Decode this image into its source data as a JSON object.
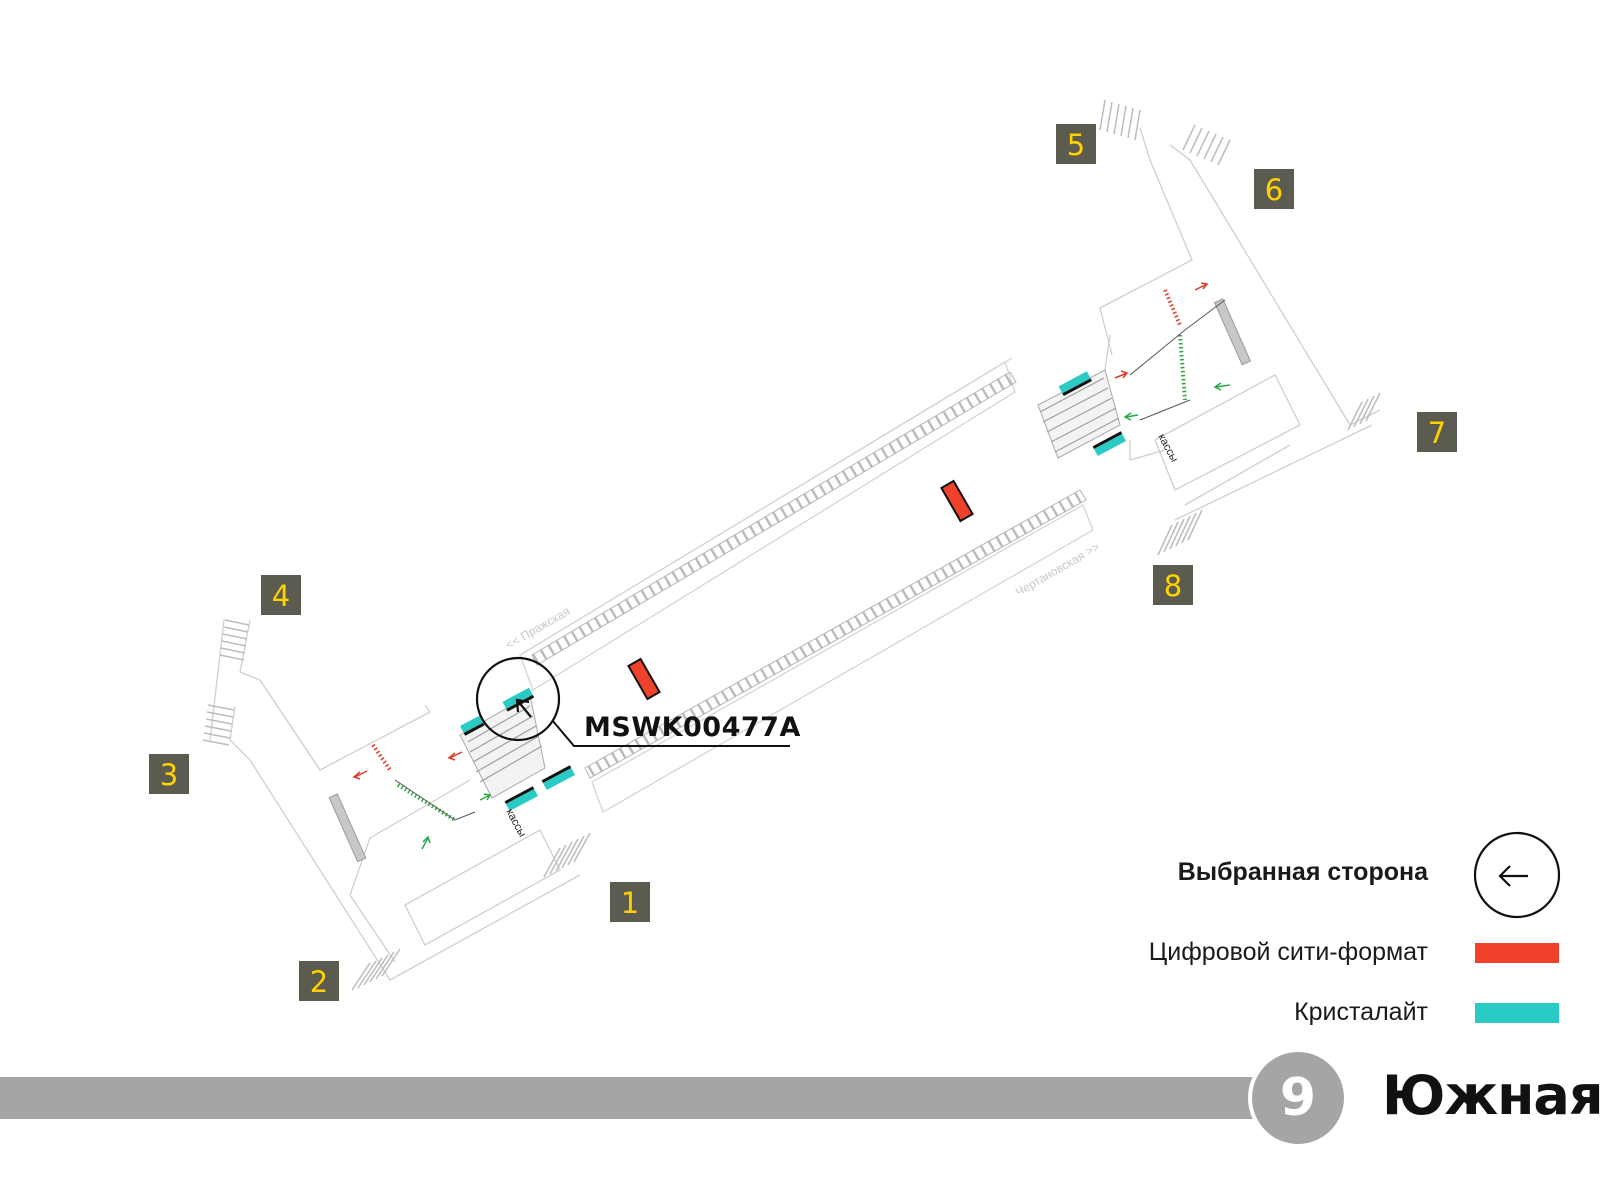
{
  "station": {
    "name": "Южная",
    "line_number": "9",
    "line_color": "#a5a5a5"
  },
  "code_label": "MSWK00477A",
  "exits": [
    {
      "number": "1"
    },
    {
      "number": "2"
    },
    {
      "number": "3"
    },
    {
      "number": "4"
    },
    {
      "number": "5"
    },
    {
      "number": "6"
    },
    {
      "number": "7"
    },
    {
      "number": "8"
    }
  ],
  "exit_badge": {
    "bg": "#5b5b4f",
    "fg": "#ffd200"
  },
  "directions": {
    "to_prazhskaya": "<< Пражская",
    "to_chertanovskaya": "Чертановская >>"
  },
  "ticket_office_label": "кассы",
  "legend": {
    "selected_side": "Выбранная сторона",
    "digital_city_format": "Цифровой сити-формат",
    "crystalite": "Кристалайт"
  },
  "colors": {
    "digital_city_format": "#f0412a",
    "crystalite": "#2bcbc5",
    "walls": "#cfcfcf",
    "track": "#bdbdbd",
    "arrow_red": "#e23a2a",
    "arrow_green": "#2aa845"
  }
}
